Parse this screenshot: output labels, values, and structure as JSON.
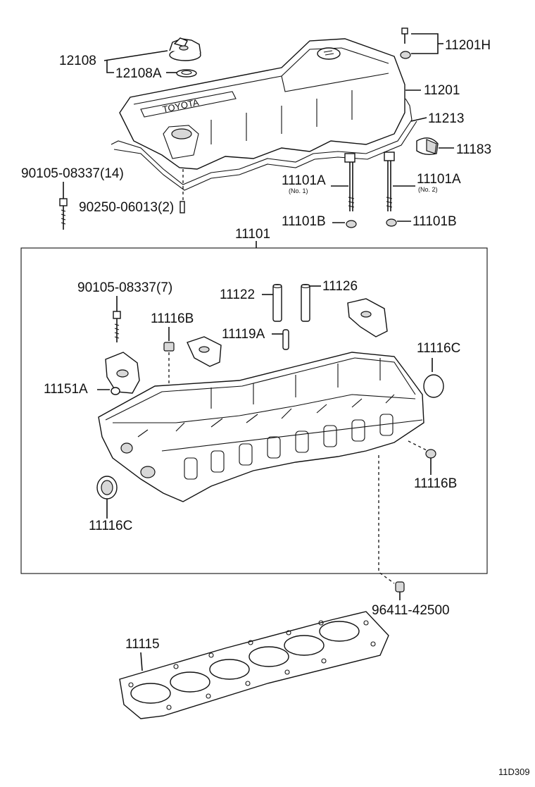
{
  "labels": {
    "cap": "12108",
    "cap_gasket": "12108A",
    "bolt_seal": "11201H",
    "cover": "11201",
    "cover_gasket": "11213",
    "plug_half": "11183",
    "screw_cover": "90105-08337(14)",
    "washer_cover": "90250-06013(2)",
    "head_bolt_no1": "11101A",
    "head_bolt_no1_note": "(No. 1)",
    "head_bolt_no2": "11101A",
    "head_bolt_no2_note": "(No. 2)",
    "washer_left": "11101B",
    "washer_right": "11101B",
    "head_sub_assy": "11101",
    "screw_inner": "90105-08337(7)",
    "guide_intake": "11122",
    "guide_exhaust": "11126",
    "pin_a": "11119A",
    "plug_b_top": "11116B",
    "plug_c_right": "11116C",
    "ring_a": "11151A",
    "plug_c_left": "11116C",
    "plug_b_right": "11116B",
    "dowel_pin": "96411-42500",
    "head_gasket": "11115",
    "diagram_code": "11D309"
  },
  "cover_logo": "TOYOTA"
}
